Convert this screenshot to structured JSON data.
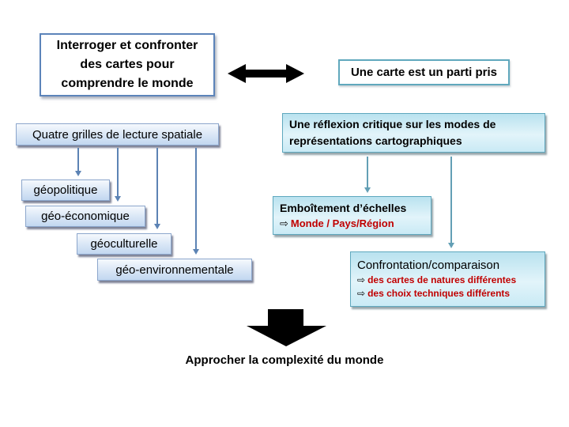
{
  "slide": {
    "colors": {
      "title_border_blue": "#5c84ba",
      "teal_border": "#5fa8be",
      "left_connector_blue": "#5c83b4",
      "right_connector_teal": "#639fb5",
      "red_accent": "#c00000",
      "black_arrow": "#000000",
      "left_box_fill_top": "#f5f9fd",
      "left_box_fill_bottom": "#c2d7f0",
      "right_box_fill": "#c9eaf5"
    },
    "header": {
      "title_lines": [
        "Interroger et confronter",
        "des cartes pour",
        "comprendre le monde"
      ],
      "parti_pris": "Une carte est un parti pris"
    },
    "left_column": {
      "grids_title": "Quatre grilles de lecture spatiale",
      "grids": [
        "géopolitique",
        "géo-économique",
        "géoculturelle",
        "géo-environnementale"
      ]
    },
    "right_column": {
      "reflexion_lines": [
        "Une réflexion critique sur les modes de",
        "représentations cartographiques"
      ],
      "emboitement": {
        "title": "Emboîtement d’échelles",
        "bullet_icon": "⇨",
        "bullet_text": "Monde / Pays/Région"
      },
      "confrontation": {
        "title": "Confrontation/comparaison",
        "bullet_icon": "⇨",
        "bullets": [
          "des cartes de natures différentes",
          "des choix techniques différents"
        ]
      }
    },
    "footer": {
      "conclusion": "Approcher la complexité du monde"
    }
  }
}
